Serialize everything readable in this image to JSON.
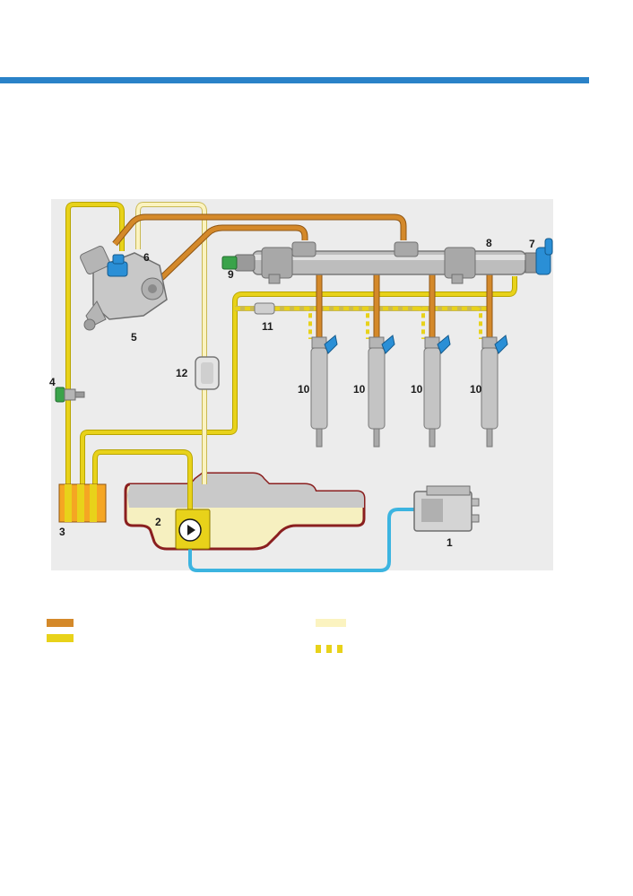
{
  "labels": {
    "ecu": "1",
    "pump": "2",
    "filter": "3",
    "temp_sensor": "4",
    "high_pressure_pump": "5",
    "metering_valve": "6",
    "rail_pressure_sensor": "7",
    "rail": "8",
    "pressure_valve": "9",
    "injector_1": "10",
    "injector_2": "10",
    "injector_3": "10",
    "injector_4": "10",
    "restrictor": "11",
    "cooler": "12"
  },
  "colors": {
    "accent_bar": "#2a82c8",
    "high_pressure": "#d4892a",
    "supply": "#e8d21a",
    "return": "#fbf3c0",
    "return_dashed": "#e8d21a",
    "signal": "#3cb4e0",
    "tank_outline": "#8a1f1f",
    "component_blue": "#2a8fd6"
  }
}
